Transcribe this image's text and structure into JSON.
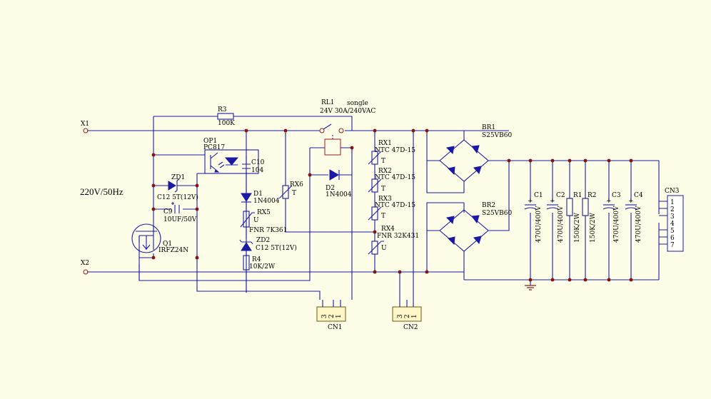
{
  "nets": {
    "x1": "X1",
    "x2": "X2",
    "supply": "220V/50Hz"
  },
  "relay": {
    "ref": "RL1",
    "value": "24V 30A/240VAC",
    "extra": "songle"
  },
  "resistors": {
    "r3": {
      "ref": "R3",
      "value": "100K"
    },
    "r4": {
      "ref": "R4",
      "value": "10K/2W"
    },
    "r1": {
      "ref": "R1",
      "value": "150K/2W"
    },
    "r2": {
      "ref": "R2",
      "value": "150K/2W"
    }
  },
  "optocoupler": {
    "ref": "OP1",
    "value": "PC817"
  },
  "capacitors": {
    "c10": {
      "ref": "C10",
      "value": "104"
    },
    "c9": {
      "ref": "C9",
      "value": "10UF/50V"
    },
    "c1": {
      "ref": "C1",
      "value": "470U/400V"
    },
    "c2": {
      "ref": "C2",
      "value": "470U/400V"
    },
    "c3": {
      "ref": "C3",
      "value": "470U/400V"
    },
    "c4": {
      "ref": "C4",
      "value": "470U/400V"
    }
  },
  "zeners": {
    "zd1": {
      "ref": "ZD1",
      "value": "C12 5T(12V)"
    },
    "zd2": {
      "ref": "ZD2",
      "value": "C12 5T(12V)"
    }
  },
  "diodes": {
    "d1": {
      "ref": "D1",
      "value": "1N4004"
    },
    "d2": {
      "ref": "D2",
      "value": "1N4004"
    }
  },
  "transistor": {
    "ref": "Q1",
    "value": "IRFZ24N"
  },
  "varistors": {
    "rx5": {
      "ref": "RX5",
      "value": "FNR 7K361",
      "pin": "U"
    },
    "rx4": {
      "ref": "RX4",
      "value": "FNR 32K431",
      "pin": "U"
    }
  },
  "thermistors": {
    "rx6": {
      "ref": "RX6",
      "pin": "T"
    },
    "rx1": {
      "ref": "RX1",
      "value": "NTC 47D-15",
      "pin": "T"
    },
    "rx2": {
      "ref": "RX2",
      "value": "NTC 47D-15",
      "pin": "T"
    },
    "rx3": {
      "ref": "RX3",
      "value": "NTC 47D-15",
      "pin": "T"
    }
  },
  "bridges": {
    "br1": {
      "ref": "BR1",
      "value": "S25VB60"
    },
    "br2": {
      "ref": "BR2",
      "value": "S25VB60"
    }
  },
  "connectors": {
    "cn1": {
      "ref": "CN1",
      "pins": [
        "3",
        "2",
        "1"
      ]
    },
    "cn2": {
      "ref": "CN2",
      "pins": [
        "3",
        "2",
        "1"
      ]
    },
    "cn3": {
      "ref": "CN3",
      "pins": [
        "1",
        "2",
        "3",
        "4",
        "5",
        "6",
        "7"
      ]
    }
  },
  "colors": {
    "wire": "#1a1aa6",
    "junction": "#8b1010",
    "background": "#fdfde8",
    "connector": "#fff6c8"
  }
}
